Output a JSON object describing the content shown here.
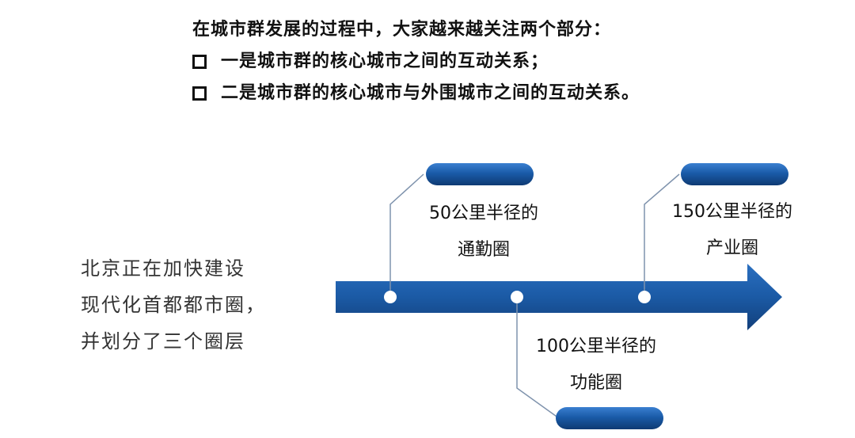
{
  "intro": {
    "lead": "在城市群发展的过程中，大家越来越关注两个部分：",
    "items": [
      "一是城市群的核心城市之间的互动关系；",
      "二是城市群的核心城市与外围城市之间的互动关系。"
    ]
  },
  "note": {
    "lines": [
      "北京正在加快建设",
      "现代化首都都市圈，",
      "并划分了三个圈层"
    ]
  },
  "circles": [
    {
      "line1": "50公里半径的",
      "line2": "通勤圈"
    },
    {
      "line1": "100公里半径的",
      "line2": "功能圈"
    },
    {
      "line1": "150公里半径的",
      "line2": "产业圈"
    }
  ],
  "colors": {
    "arrow_dark": "#123f7a",
    "arrow_light": "#2a6fc0",
    "connector": "#7f93ad"
  }
}
